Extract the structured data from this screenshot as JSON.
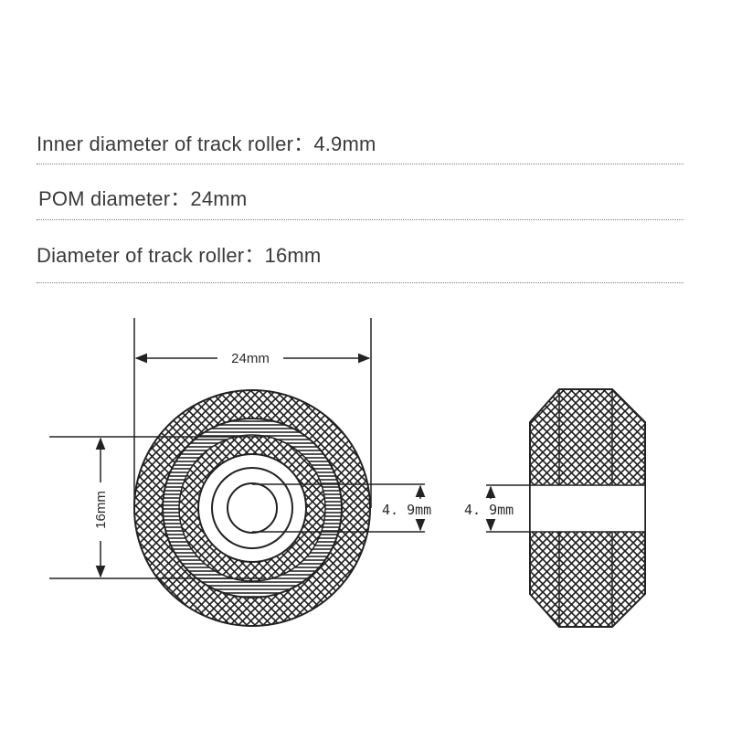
{
  "specs": [
    {
      "label": "Inner diameter of track roller",
      "separator": "：",
      "value": "4.9mm"
    },
    {
      "label": "POM diameter",
      "separator": "：",
      "value": "24mm"
    },
    {
      "label": "Diameter of track roller",
      "separator": "：",
      "value": "16mm"
    }
  ],
  "dimensions": {
    "outer": "24mm",
    "track": "16mm",
    "inner_front": "4. 9mm",
    "inner_side": "4. 9mm"
  },
  "colors": {
    "line": "#222222",
    "rule": "#7a7a7a",
    "text": "#3a3a3a"
  }
}
